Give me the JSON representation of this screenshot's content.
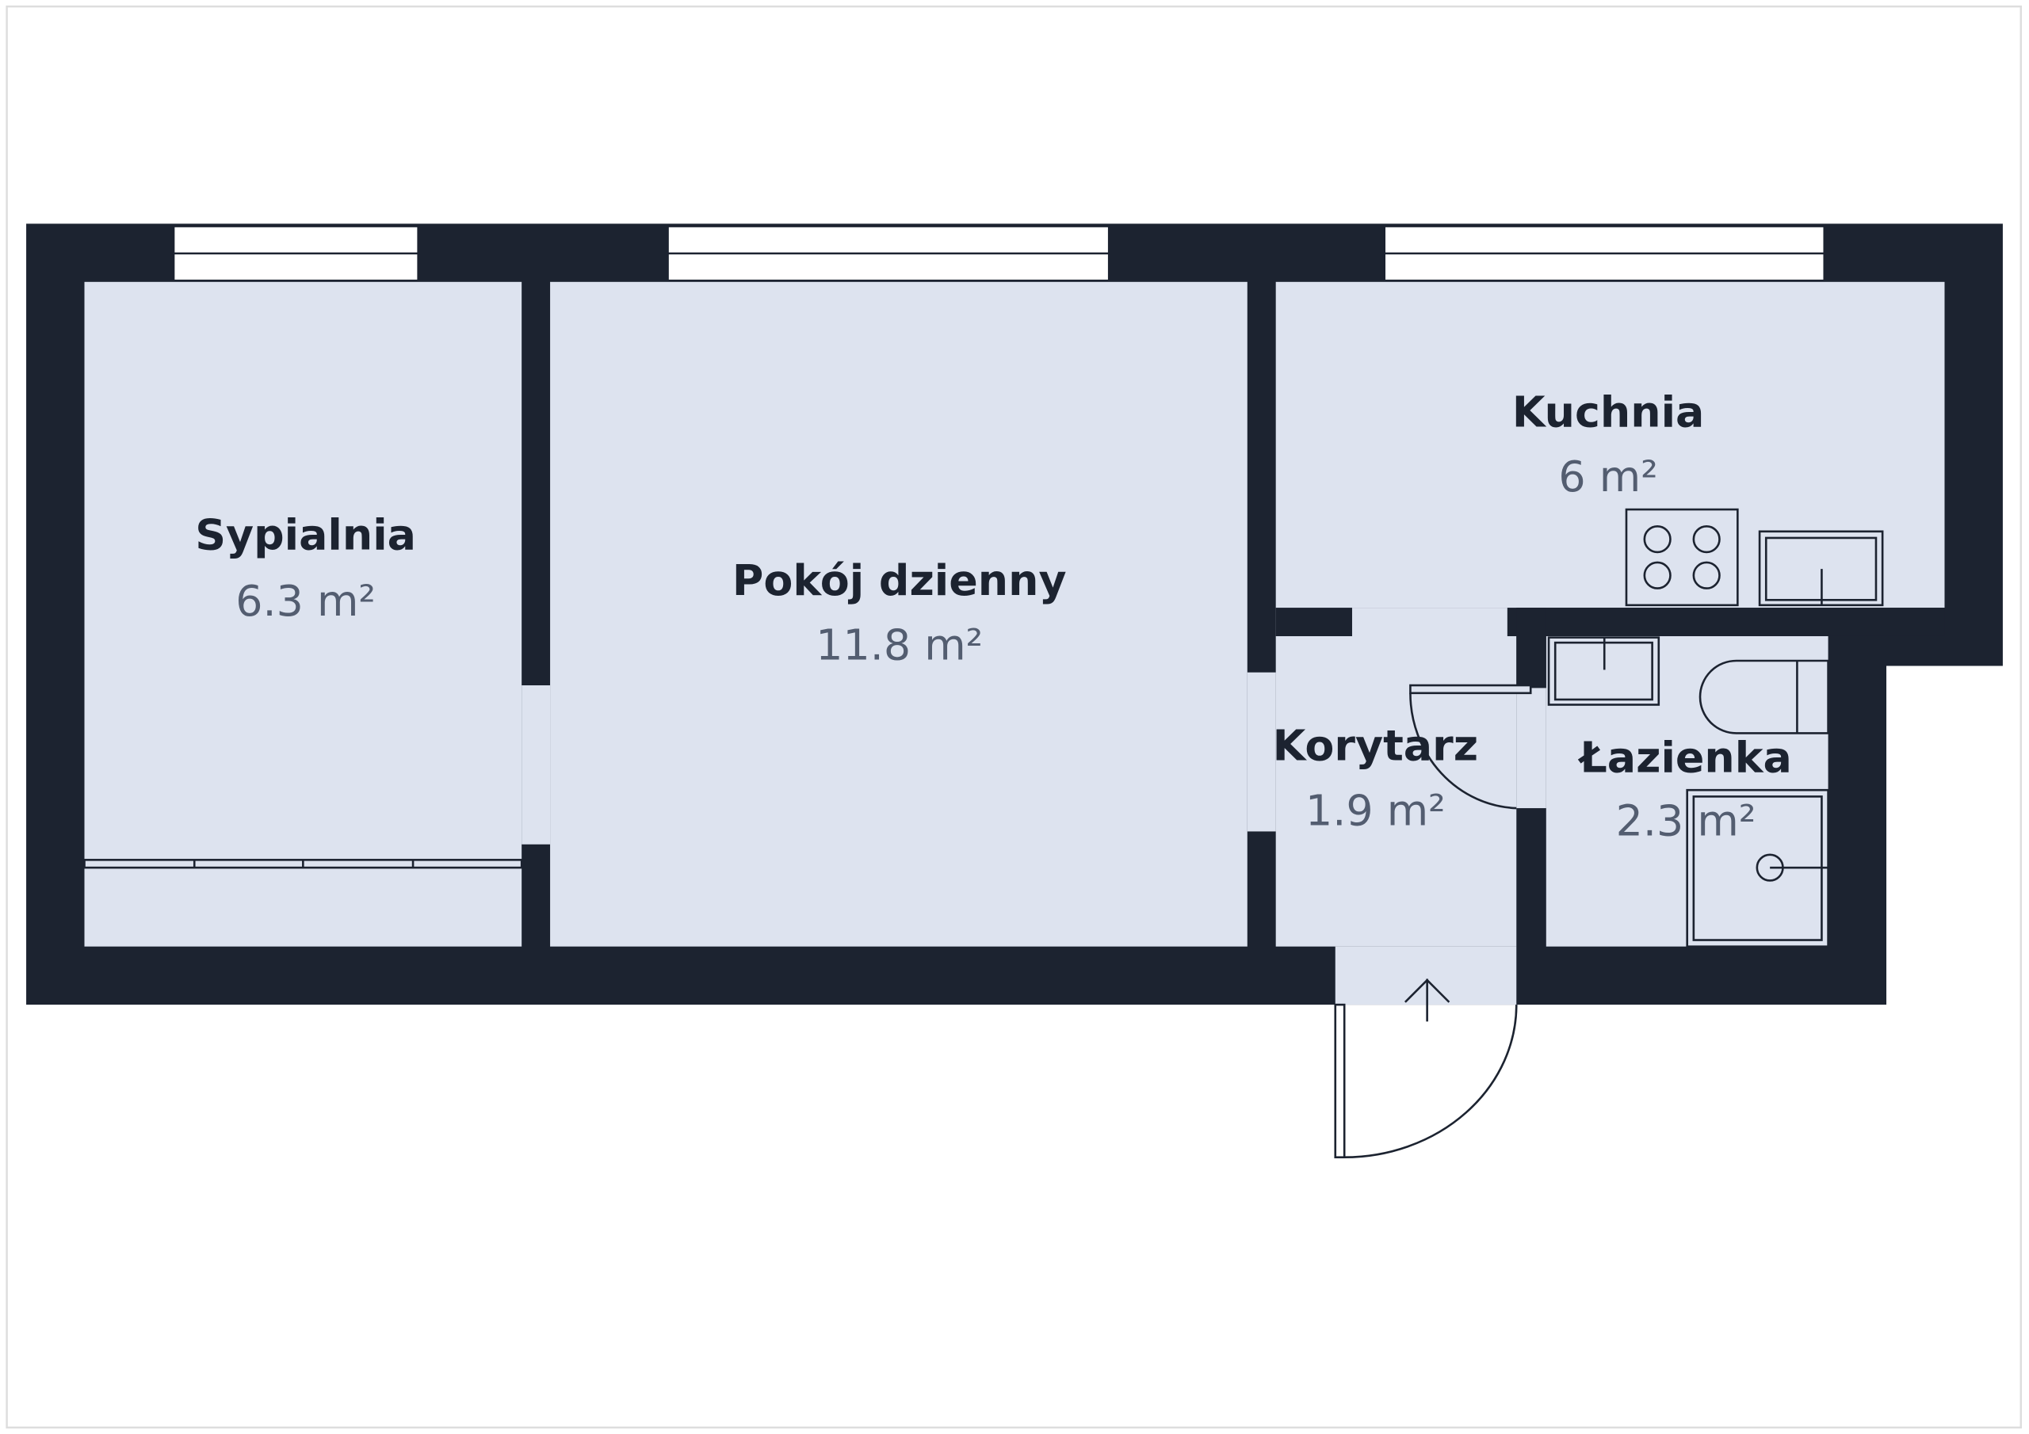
{
  "colors": {
    "wall": "#1c2330",
    "floor": "#dde3ef",
    "label": "#1c2330",
    "area": "#535d70"
  },
  "rooms": [
    {
      "name": "Sypialnia",
      "area": "6.3 m²"
    },
    {
      "name": "Pokój dzienny",
      "area": "11.8 m²"
    },
    {
      "name": "Kuchnia",
      "area": "6 m²"
    },
    {
      "name": "Korytarz",
      "area": "1.9 m²"
    },
    {
      "name": "Łazienka",
      "area": "2.3 m²"
    }
  ]
}
